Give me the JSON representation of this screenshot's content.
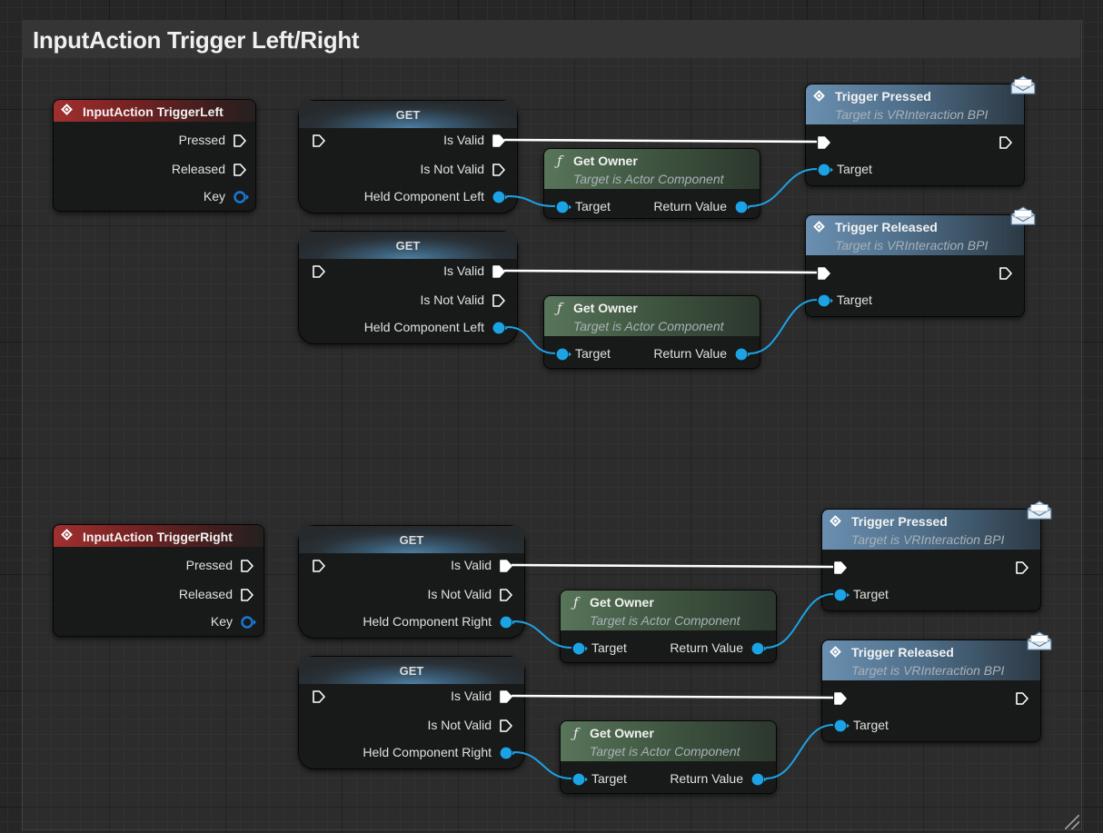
{
  "comment": {
    "title": "InputAction Trigger Left/Right"
  },
  "nodes": {
    "inputLeft": {
      "title": "InputAction TriggerLeft",
      "pins": {
        "pressed": "Pressed",
        "released": "Released",
        "key": "Key"
      }
    },
    "inputRight": {
      "title": "InputAction TriggerRight",
      "pins": {
        "pressed": "Pressed",
        "released": "Released",
        "key": "Key"
      }
    },
    "getA": {
      "title": "GET",
      "pins": {
        "is_valid": "Is Valid",
        "is_not_valid": "Is Not Valid",
        "held": "Held Component Left"
      }
    },
    "getB": {
      "title": "GET",
      "pins": {
        "is_valid": "Is Valid",
        "is_not_valid": "Is Not Valid",
        "held": "Held Component Left"
      }
    },
    "getC": {
      "title": "GET",
      "pins": {
        "is_valid": "Is Valid",
        "is_not_valid": "Is Not Valid",
        "held": "Held Component Right"
      }
    },
    "getD": {
      "title": "GET",
      "pins": {
        "is_valid": "Is Valid",
        "is_not_valid": "Is Not Valid",
        "held": "Held Component Right"
      }
    },
    "ownerA": {
      "title": "Get Owner",
      "subtitle": "Target is Actor Component",
      "pins": {
        "target": "Target",
        "return_value": "Return Value"
      }
    },
    "ownerB": {
      "title": "Get Owner",
      "subtitle": "Target is Actor Component",
      "pins": {
        "target": "Target",
        "return_value": "Return Value"
      }
    },
    "ownerC": {
      "title": "Get Owner",
      "subtitle": "Target is Actor Component",
      "pins": {
        "target": "Target",
        "return_value": "Return Value"
      }
    },
    "ownerD": {
      "title": "Get Owner",
      "subtitle": "Target is Actor Component",
      "pins": {
        "target": "Target",
        "return_value": "Return Value"
      }
    },
    "msgA": {
      "title": "Trigger Pressed",
      "subtitle": "Target is VRInteraction BPI",
      "pins": {
        "target": "Target"
      }
    },
    "msgB": {
      "title": "Trigger Released",
      "subtitle": "Target is VRInteraction BPI",
      "pins": {
        "target": "Target"
      }
    },
    "msgC": {
      "title": "Trigger Pressed",
      "subtitle": "Target is VRInteraction BPI",
      "pins": {
        "target": "Target"
      }
    },
    "msgD": {
      "title": "Trigger Released",
      "subtitle": "Target is VRInteraction BPI",
      "pins": {
        "target": "Target"
      }
    }
  },
  "colors": {
    "event_header": "#a03030",
    "function_header": "#58755a",
    "message_header": "#6a8fb0",
    "object_pin": "#1ca3e6",
    "exec_pin": "#ffffff"
  },
  "icons": {
    "event": "event-diamond-icon",
    "function": "function-f-icon",
    "message": "envelope-icon",
    "exec_pin": "exec-arrow-pin",
    "object_pin": "object-circle-pin"
  }
}
